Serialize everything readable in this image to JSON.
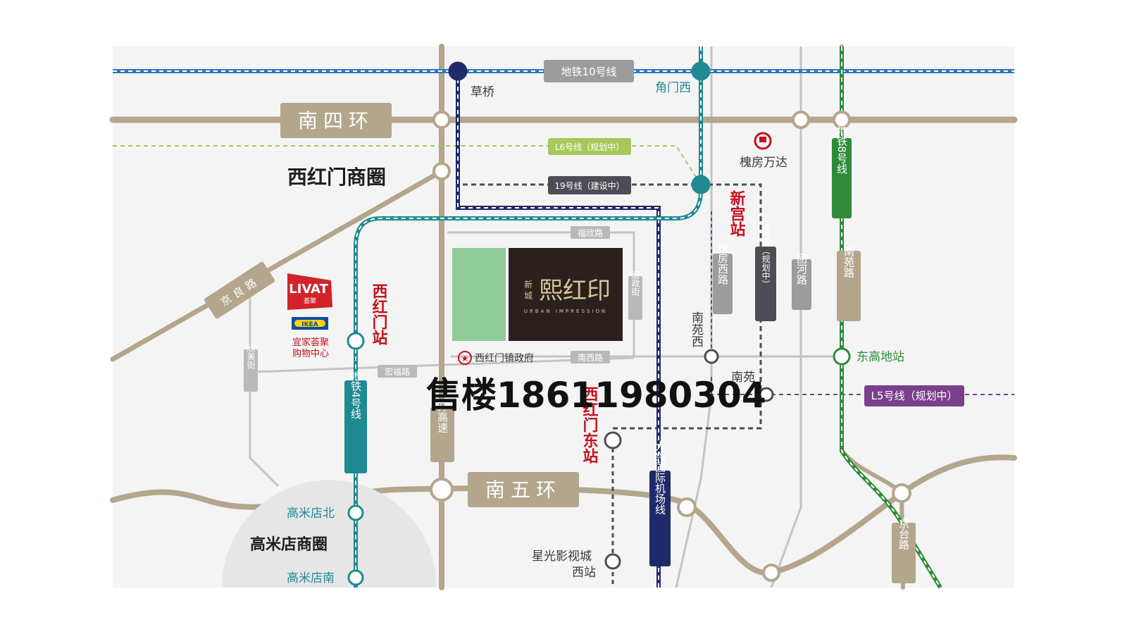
{
  "map": {
    "rings": {
      "south4": "南四环",
      "south5": "南五环"
    },
    "districts": {
      "xihongmen": "西红门商圈",
      "gaomidian": "高米店商圈"
    },
    "metro_lines": {
      "line10": "地铁10号线",
      "line4": "地铁4号线",
      "line8": "地铁8号线",
      "airport": "大兴国际机场线",
      "line19": "19号线（建设中）",
      "lineL6": "L6号线（规划中）",
      "lineL5": "L5号线（规划中）",
      "line19_planned": "19号线（规划中）"
    },
    "stations": {
      "caoqiao": "草桥",
      "jiaomenxi": "角门西",
      "xihongmen": "西红门站",
      "xinggong": "新宫站",
      "xihongmen_east": "西红门东站",
      "donggaodi": "东高地站",
      "nanyuanxi": "南苑西",
      "nanyuan": "南苑",
      "gaomidian_north": "高米店北",
      "gaomidian_south": "高米店南",
      "xingguang": "星光影视城",
      "xingguang2": "西站"
    },
    "roads": {
      "jingliang": "京良路",
      "kaigao": "开高速",
      "huaifang_west": "槐房西路",
      "tuanhe": "团河路",
      "nanyuan_rd": "南苑路",
      "jingtai": "京台路",
      "fuxin": "福欣路",
      "hongzheng": "宏政街",
      "nanxi": "南西路",
      "hongfu": "宏福路",
      "xinmei": "欣美街"
    },
    "pois": {
      "huaifang_wanda": "槐房万达",
      "livat_brand": "LIVAT",
      "livat_sub": "荟聚",
      "ikea": "IKEA",
      "livat_name1": "宜家荟聚",
      "livat_name2": "购物中心",
      "gov": "西红门镇政府"
    },
    "project": {
      "prefix1": "新",
      "prefix2": "城",
      "name": "熙红印",
      "sub": "URBAN IMPRESSION"
    },
    "watermark": "售楼18611980304"
  },
  "colors": {
    "ring_road": "#b3a68c",
    "line10": "#2e78b8",
    "line4": "#1e8a92",
    "line8": "#2e8b3a",
    "airport": "#1f2a6a",
    "line19": "#4d4d55",
    "lineL6": "#a6c95a",
    "lineL5": "#7b3f8c",
    "red_label": "#c4121f",
    "project_box": "#2a211d",
    "green_block": "#8fcc9a"
  }
}
